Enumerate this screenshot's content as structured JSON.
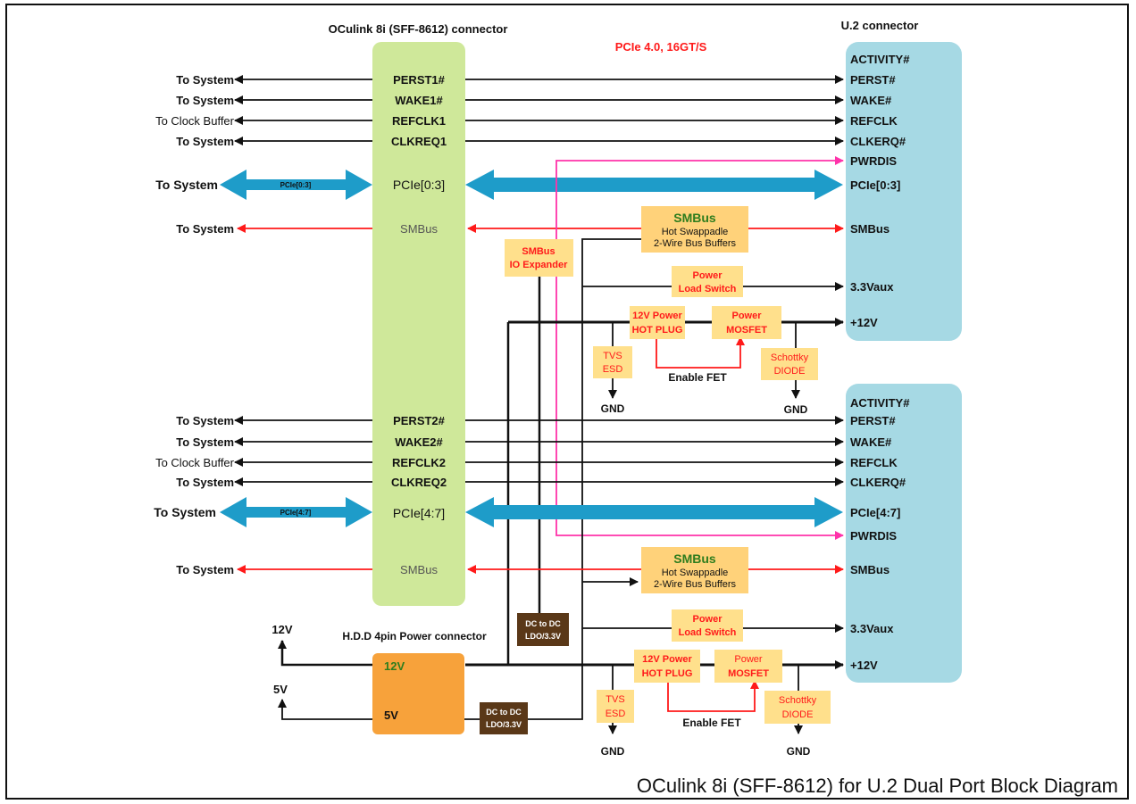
{
  "title": "OCulink 8i (SFF-8612) for U.2 Dual Port Block Diagram",
  "oculink_header": "OCulink 8i (SFF-8612) connector",
  "u2_header": "U.2 connector",
  "pcie_speed": "PCIe 4.0, 16GT/S",
  "colors": {
    "oculink": "#cfe89a",
    "u2": "#a6d9e4",
    "bus": "#1e9cc9",
    "smbus_line": "#ff1a1a",
    "pwrdis_line": "#ff33aa",
    "box_yellow": "#ffe08c",
    "box_orange": "#ffd27a",
    "hdd": "#f7a23b",
    "dcdc": "#5a3818"
  },
  "port1": {
    "perst": "PERST1#",
    "wake": "WAKE1#",
    "refclk": "REFCLK1",
    "clkreq": "CLKREQ1",
    "pcie": "PCIe[0:3]",
    "pcie_small": "PCIe[0:3]",
    "smbus": "SMBus"
  },
  "port2": {
    "perst": "PERST2#",
    "wake": "WAKE2#",
    "refclk": "REFCLK2",
    "clkreq": "CLKREQ2",
    "pcie": "PCIe[4:7]",
    "pcie_small": "PCIe[4:7]",
    "smbus": "SMBus"
  },
  "left_labels": {
    "to_system": "To System",
    "to_clock_buffer": "To Clock Buffer"
  },
  "u2_signals_1": [
    "ACTIVITY#",
    "PERST#",
    "WAKE#",
    "REFCLK",
    "CLKERQ#",
    "PWRDIS",
    "PCIe[0:3]",
    "SMBus",
    "3.3Vaux",
    "+12V"
  ],
  "u2_signals_2": [
    "ACTIVITY#",
    "PERST#",
    "WAKE#",
    "REFCLK",
    "CLKERQ#",
    "PCIe[4:7]",
    "PWRDIS",
    "SMBus",
    "3.3Vaux",
    "+12V"
  ],
  "smbus_buffer": {
    "title": "SMBus",
    "line1": "Hot Swappadle",
    "line2": "2-Wire Bus Buffers"
  },
  "io_expander": {
    "line1": "SMBus",
    "line2": "IO Expander"
  },
  "load_switch": {
    "line1": "Power",
    "line2": "Load Switch"
  },
  "hot_plug": {
    "line1": "12V Power",
    "line2": "HOT PLUG"
  },
  "mosfet": {
    "line1": "Power",
    "line2": "MOSFET"
  },
  "tvs": {
    "line1": "TVS",
    "line2": "ESD"
  },
  "schottky": {
    "line1": "Schottky",
    "line2": "DIODE"
  },
  "enable_fet": "Enable FET",
  "gnd": "GND",
  "dcdc": {
    "line1": "DC to DC",
    "line2": "LDO/3.3V"
  },
  "hdd": {
    "title": "H.D.D 4pin Power connector",
    "v12": "12V",
    "v5": "5V"
  },
  "rails": {
    "v12": "12V",
    "v5": "5V"
  }
}
